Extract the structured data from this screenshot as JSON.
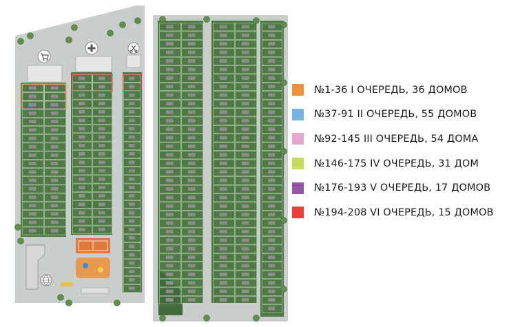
{
  "legend": [
    {
      "label": "№1-36 I ОЧЕРЕДЬ, 36 ДОМОВ",
      "color": "#f0913a"
    },
    {
      "label": "№37-91 II ОЧЕРЕДЬ, 55 ДОМОВ",
      "color": "#76b3e4"
    },
    {
      "label": "№92-145 III ОЧЕРЕДЬ, 54 ДОМА",
      "color": "#e7a6cf"
    },
    {
      "label": "№146-175 IV ОЧЕРЕДЬ, 31 ДОМ",
      "color": "#c3dd5a"
    },
    {
      "label": "№176-193 V ОЧЕРЕДЬ, 17 ДОМОВ",
      "color": "#9557a5"
    },
    {
      "label": "№194-208 VI ОЧЕРЕДЬ, 15 ДОМОВ",
      "color": "#ec3e3c"
    }
  ],
  "icons": [
    "shopping-cart-icon",
    "medical-cross-icon",
    "scissors-icon",
    "globe-icon"
  ],
  "colors": {
    "lawn": "#4e7a44",
    "plot_border": "#d8ddd2",
    "road": "#bfc3c3",
    "phase1_outline": "#f0913a",
    "phase6_outline": "#ec3e3c",
    "playground": "#e07a3c"
  }
}
